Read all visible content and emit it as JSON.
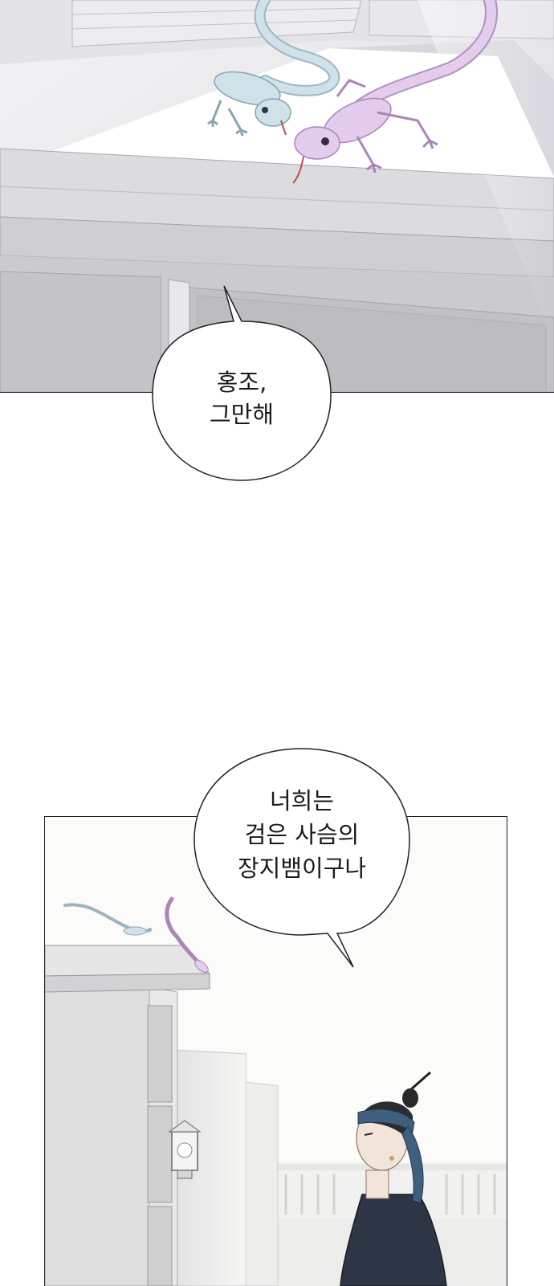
{
  "bubble_1": {
    "lines": [
      "홍조,",
      "그만해"
    ]
  },
  "bubble_2": {
    "lines": [
      "너희는",
      "검은 사슴의",
      "장지뱀이구나"
    ]
  },
  "colors": {
    "outline": "#222222",
    "lizard_blue": "#c9dde6",
    "lizard_purple": "#dcbfe6",
    "wall_grey": "#cfcfd2",
    "headband_blue": "#3f5f7f",
    "robe_dark": "#2e3545"
  }
}
